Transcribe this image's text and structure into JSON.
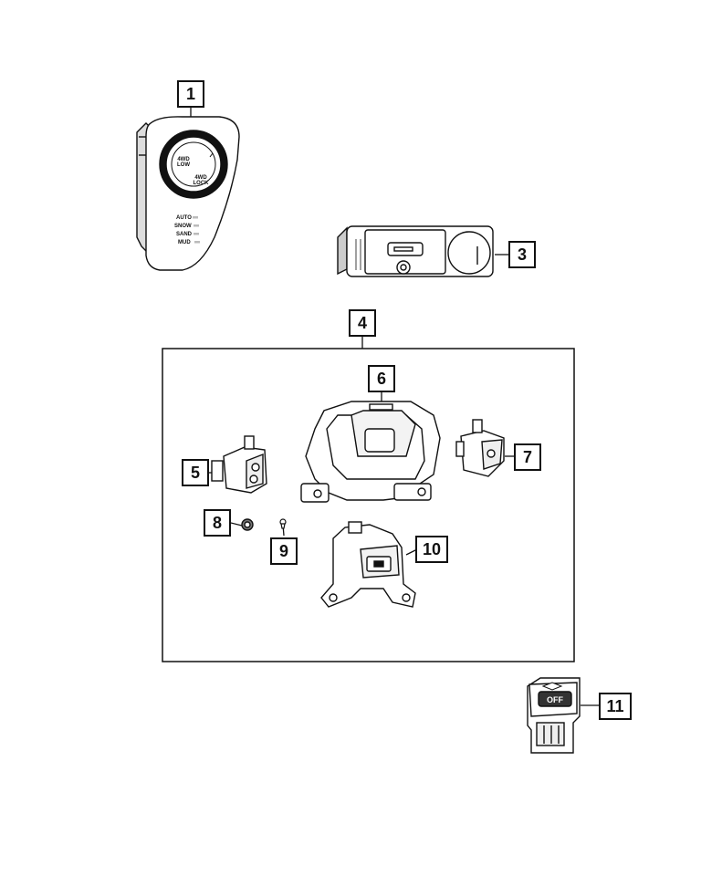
{
  "callouts": {
    "c1": "1",
    "c3": "3",
    "c4": "4",
    "c5": "5",
    "c6": "6",
    "c7": "7",
    "c8": "8",
    "c9": "9",
    "c10": "10",
    "c11": "11"
  },
  "part1": {
    "knob_top": "4WD",
    "knob_top2": "LOW",
    "knob_bottom": "4WD",
    "knob_bottom2": "LOCK",
    "modes": [
      "AUTO",
      "SNOW",
      "SAND",
      "MUD"
    ]
  },
  "part11": {
    "button_label": "OFF"
  }
}
